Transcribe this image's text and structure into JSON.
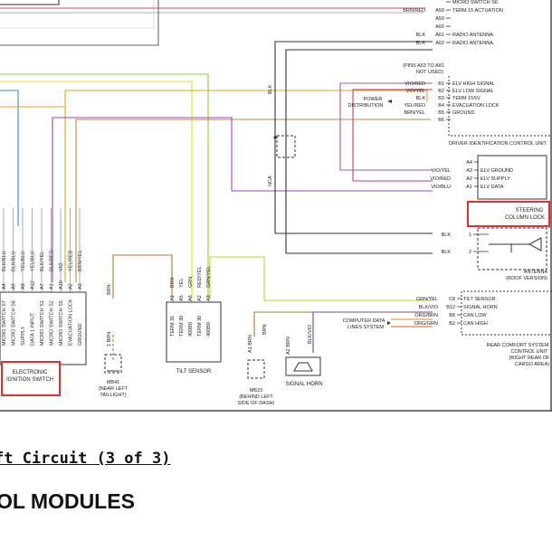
{
  "diagram": {
    "left_connector_pins": [
      {
        "pin": "A4",
        "wire": "BLK/BLU",
        "func": "MICRO SWITCH S7"
      },
      {
        "pin": "A9",
        "wire": "BLK/BLU",
        "func": "MICRO SWITCH S6"
      },
      {
        "pin": "A8",
        "wire": "YEL/BLU",
        "func": "SUPPLY"
      },
      {
        "pin": "A12",
        "wire": "YEL/BLU",
        "func": "DATA 1 INPUT"
      },
      {
        "pin": "A7",
        "wire": "BLK/YEL",
        "func": "MICRO SWITCH S1"
      },
      {
        "pin": "A1",
        "wire": "BLK/RED",
        "func": "MICRO SWITCH S2"
      },
      {
        "pin": "A10",
        "wire": "VIO",
        "func": "MICRO SWITCH S5"
      },
      {
        "pin": "A2",
        "wire": "YEL/RED",
        "func": "EVACUATION LOCK"
      },
      {
        "pin": "A3",
        "wire": "BRN/YEL",
        "func": "GROUND"
      }
    ],
    "ignition_label": [
      "ELECTRONIC",
      "IGNITION SWITCH"
    ],
    "mb41_wire": "BRN",
    "mb41_pin_wire": "1 BRN",
    "mb41_label": [
      "MB41",
      "(NEAR LEFT",
      "TAILLIGHT)"
    ],
    "tilt_pins": [
      {
        "pin": "A1",
        "wire": "BRN",
        "func": "TERM 31"
      },
      {
        "pin": "A5",
        "wire": "YEL",
        "func": "TERM 30"
      },
      {
        "pin": "A6",
        "wire": "GRN",
        "func": "400B0"
      },
      {
        "pin": "A2",
        "wire": "RED/YEL",
        "func": "TERM 30"
      },
      {
        "pin": "A3",
        "wire": "GRN/YEL",
        "func": "400B0"
      }
    ],
    "tilt_label": "TILT SENSOR",
    "mb23_wires": [
      "A1 BRN",
      "BRN"
    ],
    "mb23_label": [
      "MB23",
      "(BEHIND LEFT",
      "SIDE OF DASH)"
    ],
    "horn_wires": [
      "A2 BRN",
      "BLK/VIO"
    ],
    "horn_label": "SIGNAL HORN",
    "top_rows": [
      {
        "wire": "",
        "pin": "",
        "func": "MICRO SWITCH S6"
      },
      {
        "wire": "BRN/RED",
        "pin": "A59",
        "func": "TERM 15 ACTUATION"
      },
      {
        "wire": "",
        "pin": "A59",
        "func": ""
      },
      {
        "wire": "",
        "pin": "A60",
        "func": ""
      },
      {
        "wire": "BLK",
        "pin": "A61",
        "func": "RADIO ANTENNA"
      },
      {
        "wire": "BLK",
        "pin": "A62",
        "func": "RADIO ANTENNA"
      }
    ],
    "not_used": [
      "(PINS A63 TO A81",
      "NOT USED)"
    ],
    "dic_rows": [
      {
        "wire": "VIO/RED",
        "pin": "B1",
        "func": "ELV HIGH SIGNAL"
      },
      {
        "wire": "VIO/YEL",
        "pin": "B2",
        "func": "ELV LOW SIGNAL"
      },
      {
        "wire": "BLK",
        "pin": "B3",
        "func": "TERM 15SV"
      },
      {
        "wire": "YEL/RED",
        "pin": "B4",
        "func": "EVACUATION LOCK"
      },
      {
        "wire": "BRN/YEL",
        "pin": "B5",
        "func": "GROUND"
      },
      {
        "wire": "",
        "pin": "B6",
        "func": ""
      }
    ],
    "power_dist": [
      "POWER",
      "DISTRIBUTION"
    ],
    "dic_label": "DRIVER IDENTIFICATION CONTROL UNIT",
    "vert_blk": "BLK",
    "vert_nca": "NCA",
    "scl_rows": [
      {
        "wire": "",
        "pin": "A4",
        "func": ""
      },
      {
        "wire": "VIO/YEL",
        "pin": "A3",
        "func": "ELV GROUND"
      },
      {
        "wire": "VIO/RED",
        "pin": "A2",
        "func": "ELV SUPPLY"
      },
      {
        "wire": "VIO/BLU",
        "pin": "A1",
        "func": "ELV DATA"
      }
    ],
    "scl_label": [
      "STEERING",
      "COLUMN LOCK"
    ],
    "ant_rows": [
      {
        "wire": "BLK",
        "pin": "1"
      },
      {
        "wire": "BLK",
        "pin": "2"
      }
    ],
    "ant_label": [
      "ANTENNA",
      "(ROOF VERSION)"
    ],
    "rcs_rows": [
      {
        "wire": "GRN/YEL",
        "pin": "C8",
        "func": "TILT SENSOR"
      },
      {
        "wire": "BLK/VIO",
        "pin": "B12",
        "func": "SIGNAL HORN"
      },
      {
        "wire": "ORG/BRN",
        "pin": "B8",
        "func": "CAN LOW"
      },
      {
        "wire": "ORG/GRN",
        "pin": "B2",
        "func": "CAN HIGH"
      }
    ],
    "cdl": [
      "COMPUTER DATA",
      "LINES SYSTEM"
    ],
    "rcs_label": [
      "REAR COMFORT SYSTEM",
      "CONTROL UNIT",
      "(RIGHT REAR OF",
      "CARGO AREA)"
    ]
  },
  "caption": "ft Circuit (3 of 3)",
  "heading": "OL MODULES",
  "colors": {
    "highlight": "#e03030",
    "brown": "#b07a30",
    "yellow": "#e8e020",
    "green": "#7cd040",
    "green_yellow": "#b8d830",
    "orange": "#e8a020",
    "violet": "#a040c0",
    "blue": "#4080e0",
    "black": "#333333",
    "red": "#e04040",
    "gray": "#999999"
  }
}
